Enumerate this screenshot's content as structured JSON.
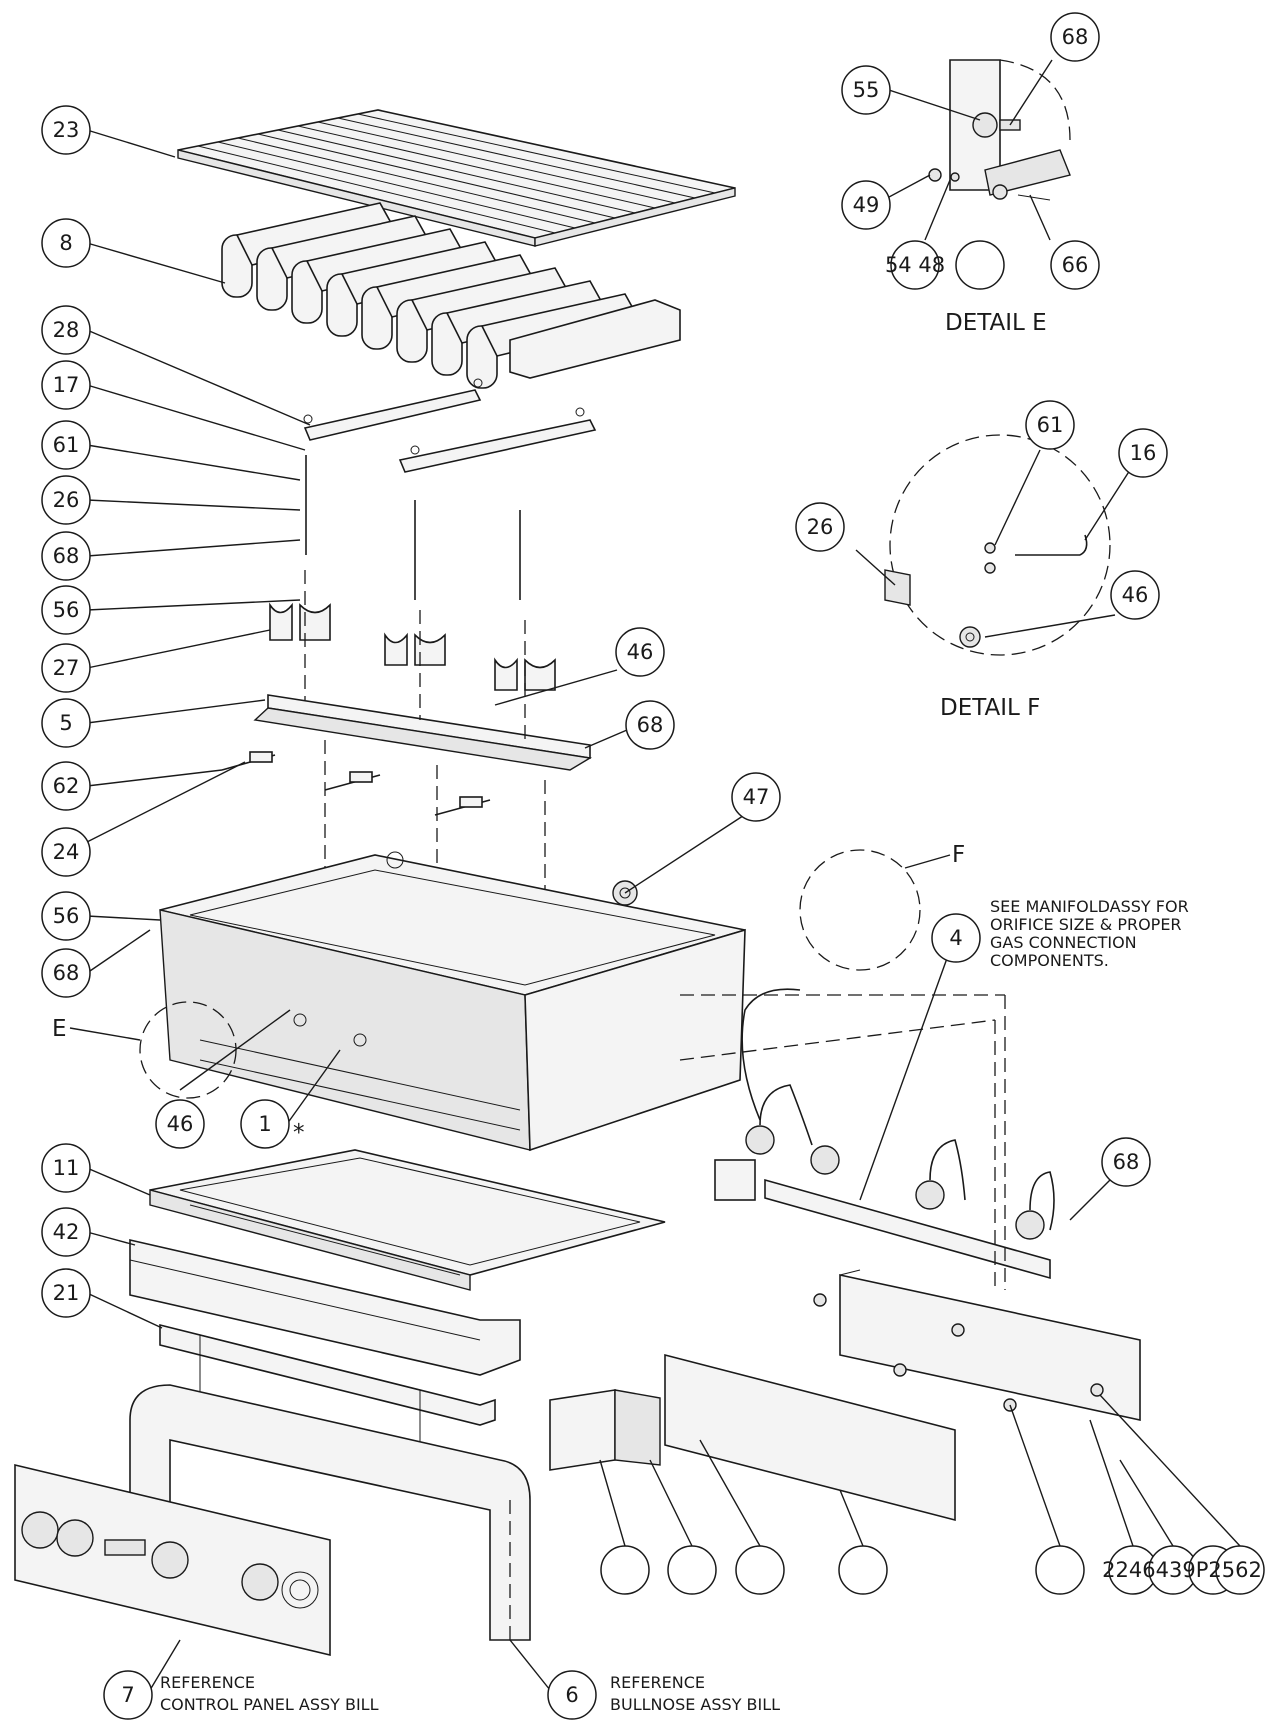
{
  "callouts": {
    "c23": "23",
    "c8": "8",
    "c28": "28",
    "c17": "17",
    "c61": "61",
    "c26": "26",
    "c68a": "68",
    "c56a": "56",
    "c27": "27",
    "c5": "5",
    "c46a": "46",
    "c68b": "68",
    "c62": "62",
    "c24": "24",
    "c47": "47",
    "c56b": "56",
    "c68c": "68",
    "c4": "4",
    "c46b": "46",
    "c1": "1",
    "c11": "11",
    "c42": "42",
    "c21": "21",
    "c68d": "68",
    "c7": "7",
    "c6": "6",
    "e55": "55",
    "e68": "68",
    "e49": "49",
    "e5448": "54 48",
    "e66": "66",
    "f61": "61",
    "f16": "16",
    "f26": "26",
    "f46": "46"
  },
  "labels": {
    "detail_e": "DETAIL E",
    "detail_f": "DETAIL F",
    "marker_e": "E",
    "marker_f": "F",
    "asterisk": "*",
    "bottom_run": "2246439P2562"
  },
  "note": {
    "line1": "SEE MANIFOLDASSY FOR",
    "line2": "ORIFICE SIZE & PROPER",
    "line3": "GAS CONNECTION",
    "line4": "COMPONENTS."
  },
  "reference": {
    "control_line1": "REFERENCE",
    "control_line2": "CONTROL PANEL ASSY BILL",
    "bullnose_line1": "REFERENCE",
    "bullnose_line2": "BULLNOSE ASSY BILL"
  }
}
